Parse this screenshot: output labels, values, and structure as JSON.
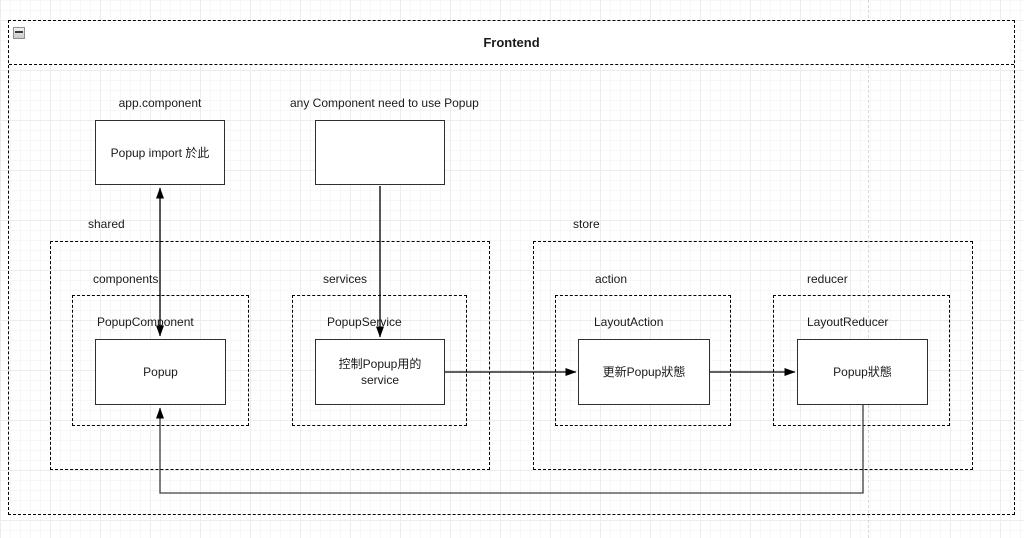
{
  "diagram": {
    "title": "Frontend",
    "collapse_icon": "collapse-minus",
    "groups": {
      "shared": "shared",
      "store": "store",
      "components": "components",
      "services": "services",
      "action": "action",
      "reducer": "reducer"
    },
    "labels": {
      "app_component": "app.component",
      "any_component": "any Component need to use Popup",
      "popup_component": "PopupComponent",
      "popup_service": "PopupService",
      "layout_action": "LayoutAction",
      "layout_reducer": "LayoutReducer"
    },
    "nodes": {
      "popup_import": "Popup import 於此",
      "any_component_box": "",
      "popup": "Popup",
      "service_line1": "控制Popup用的",
      "service_line2": "service",
      "update_popup_state": "更新Popup狀態",
      "popup_state": "Popup狀態"
    },
    "colors": {
      "stroke": "#000000",
      "node_border": "#2f2f2f",
      "grid_minor": "#f7f7f7",
      "grid_major": "#ececec",
      "page_break": "#d8d8d8",
      "title_background": "#ffffff"
    }
  }
}
